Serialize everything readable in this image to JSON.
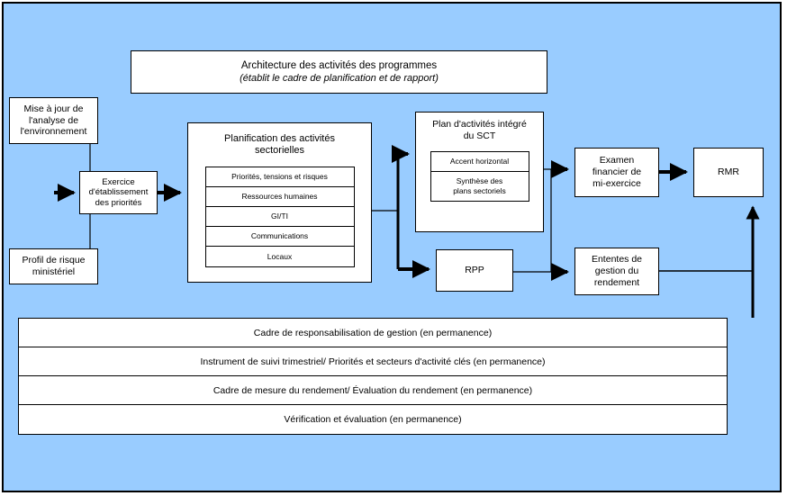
{
  "diagram": {
    "title": "Architecture des activités des programmes",
    "background_color": "#99ccff",
    "border_color": "#000000",
    "node_fill": "#ffffff"
  },
  "nodes": {
    "architecture": {
      "title": "Architecture des activités des programmes",
      "subtitle": "(établit le cadre de planification et de rapport)"
    },
    "env_scan": {
      "line1": "Mise à jour de",
      "line2": "l'analyse de",
      "line3": "l'environnement"
    },
    "risk_profile": {
      "line1": "Profil de risque",
      "line2": "ministériel"
    },
    "priority_setting": {
      "line1": "Exercice",
      "line2": "d'établissement",
      "line3": "des priorités"
    },
    "sector_planning": {
      "line1": "Planification des activités",
      "line2": "sectorielles",
      "items": [
        "Priorités, tensions et risques",
        "Ressources humaines",
        "GI/TI",
        "Communications",
        "Locaux"
      ]
    },
    "sct_plan": {
      "line1": "Plan d'activités intégré",
      "line2": "du SCT",
      "items": [
        {
          "line1": "Accent horizontal",
          "line2": ""
        },
        {
          "line1": "Synthèse des",
          "line2": "plans sectoriels"
        }
      ]
    },
    "mid_year_review": {
      "line1": "Examen",
      "line2": "financier de",
      "line3": "mi-exercice"
    },
    "rmr": {
      "line1": "RMR"
    },
    "rpp": {
      "line1": "RPP"
    },
    "performance_agreements": {
      "line1": "Ententes de",
      "line2": "gestion du",
      "line3": "rendement"
    }
  },
  "bottom_bars": [
    "Cadre de responsabilisation de gestion (en permanence)",
    "Instrument de suivi trimestriel/ Priorités et secteurs d'activité clés (en permanence)",
    "Cadre de mesure du rendement/ Évaluation du rendement (en permanence)",
    "Vérification et évaluation (en permanence)"
  ],
  "connectors": [
    {
      "from": "env_scan",
      "to": "priority_setting",
      "style": "elbow-arrow"
    },
    {
      "from": "risk_profile",
      "to": "priority_setting",
      "style": "elbow-arrow"
    },
    {
      "from": "priority_setting",
      "to": "sector_planning",
      "style": "arrow"
    },
    {
      "from": "sector_planning",
      "to": "sct_plan",
      "style": "elbow-arrow"
    },
    {
      "from": "sector_planning",
      "to": "rpp",
      "style": "elbow-arrow"
    },
    {
      "from": "sct_plan",
      "to": "mid_year_review",
      "style": "elbow-arrow"
    },
    {
      "from": "rpp",
      "to": "performance_agreements",
      "style": "elbow-arrow"
    },
    {
      "from": "mid_year_review",
      "to": "rmr",
      "style": "arrow"
    },
    {
      "from": "performance_agreements",
      "to": "rmr",
      "style": "elbow-arrow-up"
    }
  ]
}
